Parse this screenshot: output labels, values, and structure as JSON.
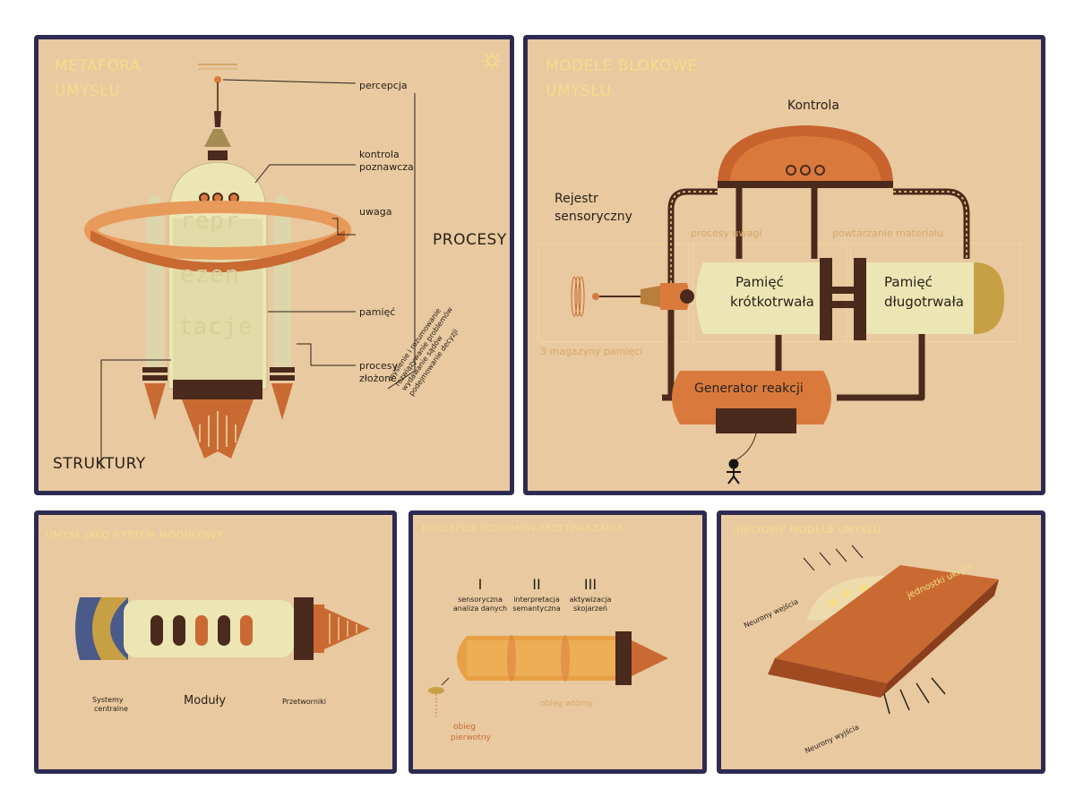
{
  "panel1": {
    "title_line1": "METAFORA",
    "title_line2": "UMYSŁU",
    "body_text": [
      "repr",
      "ezen",
      "tacje"
    ],
    "labels": {
      "percepcja": "percepcja",
      "kontrola_line1": "kontrola",
      "kontrola_line2": "poznawcza",
      "uwaga": "uwaga",
      "pamiec": "pamięć",
      "procesy_line1": "procesy",
      "procesy_line2": "złożone",
      "procesy_heading": "PROCESY",
      "struktury": "STRUKTURY"
    },
    "complex_processes": [
      "myślenie i rozumowanie",
      "rozwiązywanie problemów",
      "wydawanie sądów",
      "podejmowanie decyzji"
    ]
  },
  "panel2": {
    "title_line1": "MODELE BLOKOWE",
    "title_line2": "UMYSŁU",
    "kontrola": "Kontrola",
    "rejestr_line1": "Rejestr",
    "rejestr_line2": "sensoryczny",
    "procesy_uwagi": "procesy uwagi",
    "powtarzanie": "powtarzanie materiału",
    "stm_line1": "Pamięć",
    "stm_line2": "krótkotrwała",
    "ltm_line1": "Pamięć",
    "ltm_line2": "długotrwała",
    "magazyny": "3 magazyny pamięci",
    "generator": "Generator reakcji"
  },
  "panel3": {
    "title": "UMYSŁ JAKO SYSTEM MODUŁOWY",
    "systemy_line1": "Systemy",
    "systemy_line2": "centralne",
    "moduly": "Moduły",
    "przetworniki": "Przetworniki"
  },
  "panel4": {
    "title": "KONCEPCJA POZIOMÓW PRZETWARZANIA",
    "levels": [
      {
        "numeral": "I",
        "line1": "sensoryczna",
        "line2": "analiza danych"
      },
      {
        "numeral": "II",
        "line1": "interpretacja",
        "line2": "semantyczna"
      },
      {
        "numeral": "III",
        "line1": "aktywizacja",
        "line2": "skojarzeń"
      }
    ],
    "obieg_wtorny": "obieg wtórny",
    "obieg_line1": "obieg",
    "obieg_line2": "pierwotny"
  },
  "panel5": {
    "title": "SIECIOWE MODELE UMYSŁU",
    "neurony_wejscia": "Neurony wejścia",
    "jednostki_ukryte": "jednostki ukryte",
    "neurony_wyjscia": "Neurony wyjścia"
  },
  "colors": {
    "panel_bg": "#e8c9a0",
    "border": "#2e2b52",
    "title": "#f5dc8a",
    "orange": "#d97a3c",
    "dark_brown": "#4a2a1c",
    "cream": "#ece6b4"
  }
}
